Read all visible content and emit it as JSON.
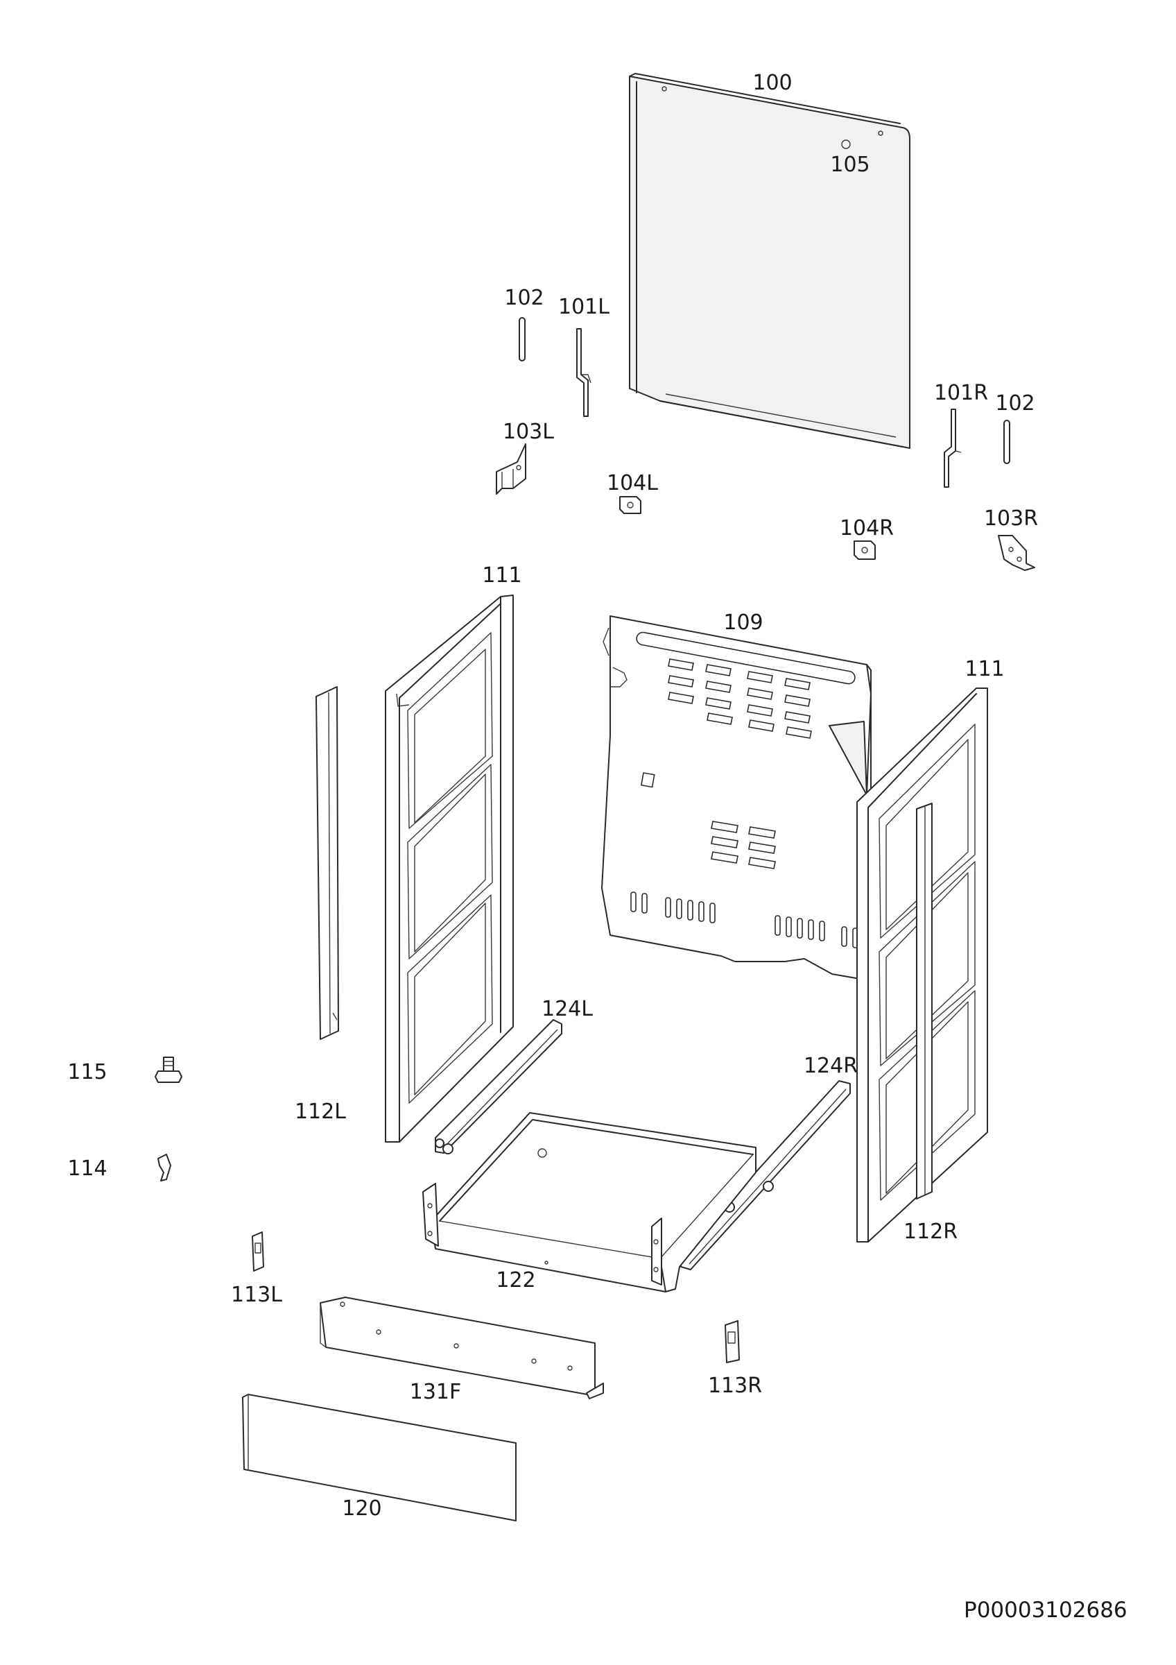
{
  "diagram": {
    "part_labels": {
      "p100": "100",
      "p105": "105",
      "p102a": "102",
      "p101L": "101L",
      "p101R": "101R",
      "p102b": "102",
      "p103L": "103L",
      "p104L": "104L",
      "p104R": "104R",
      "p103R": "103R",
      "p111a": "111",
      "p109": "109",
      "p111b": "111",
      "p124L": "124L",
      "p124R": "124R",
      "p115": "115",
      "p112L": "112L",
      "p114": "114",
      "p112R": "112R",
      "p113L": "113L",
      "p122": "122",
      "p131F": "131F",
      "p113R": "113R",
      "p120": "120"
    },
    "document_code": "P00003102686"
  }
}
